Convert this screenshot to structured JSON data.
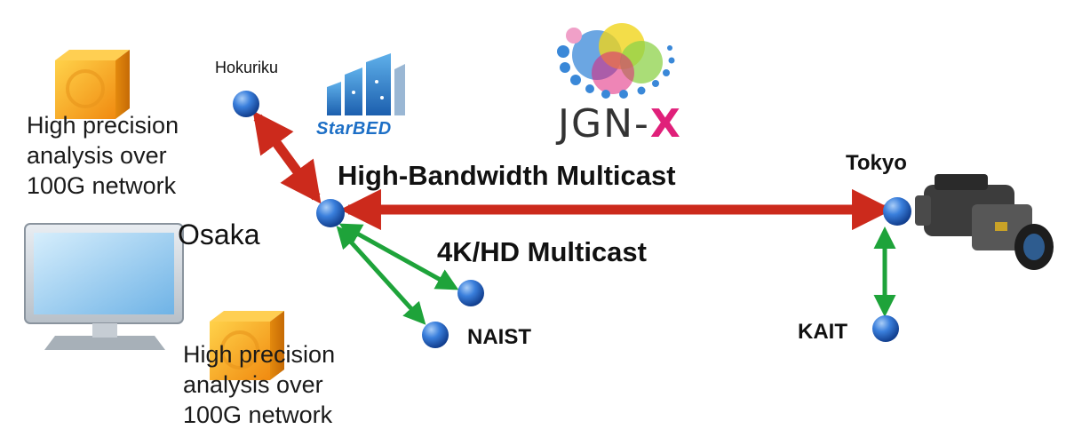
{
  "nodes": {
    "hokuriku": "Hokuriku",
    "osaka": "Osaka",
    "tokyo": "Tokyo",
    "naist": "NAIST",
    "kait": "KAIT"
  },
  "links": {
    "high_bandwidth": "High-Bandwidth Multicast",
    "uhd": "4K/HD Multicast"
  },
  "notes": {
    "top": [
      "High precision",
      "analysis over",
      "100G network"
    ],
    "bottom": [
      "High precision",
      "analysis over",
      "100G network"
    ]
  },
  "logos": {
    "starbed": "StarBED",
    "jgn_prefix": "JGN-",
    "jgn_x": "X"
  },
  "colors": {
    "backbone_arrow": "#cc2a1c",
    "local_arrow": "#1ea33a",
    "node": "#2b6fd0",
    "server_box": "#f6a21b"
  }
}
